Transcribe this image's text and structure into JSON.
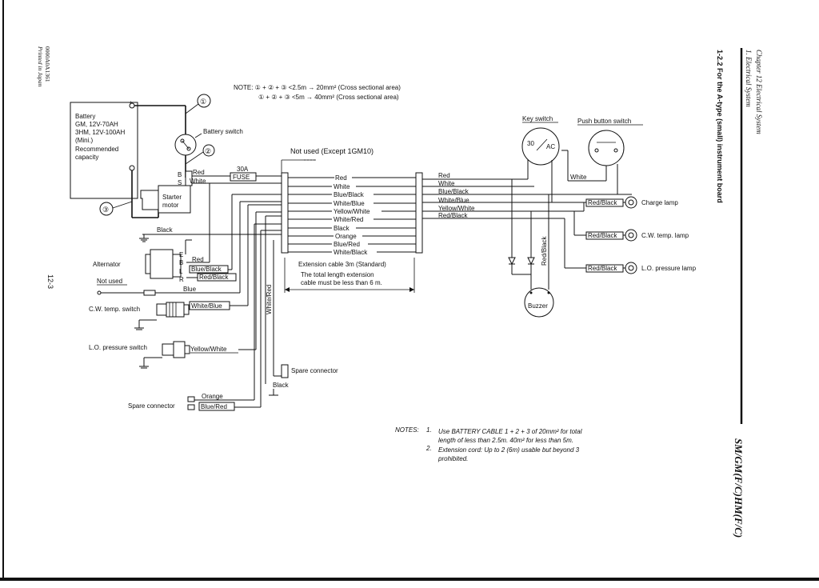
{
  "side_header": {
    "chapter": "Chapter 12 Electrical System",
    "section": "1. Electrical System",
    "subtitle": "1-2.2 For the A-type (small) instrument board",
    "model": "SM/GM(F/C)HM(F/C)"
  },
  "left_margin": {
    "printed": "Printed in Japan",
    "code": "0000A0A1361",
    "page_number": "12-3"
  },
  "top_note": {
    "line1": "NOTE: ① + ② + ③ <2.5m → 20mm² (Cross sectional area)",
    "line2": "① + ② + ③ <5m → 40mm² (Cross sectional area)"
  },
  "components": {
    "battery": [
      "Battery",
      "GM, 12V-70AH",
      "3HM, 12V-100AH",
      "(Mini.)",
      "Recommended",
      "capacity"
    ],
    "battery_switch": "Battery switch",
    "starter": [
      "Starter",
      "motor"
    ],
    "fuse_amp": "30A",
    "fuse": "FUSE",
    "alternator": "Alternator",
    "not_used": "Not used",
    "cw_temp_switch": "C.W. temp. switch",
    "lo_pressure_switch": "L.O. pressure switch",
    "spare_connector_left": "Spare connector",
    "spare_connector_mid": "Spare connector",
    "not_used_except": "Not used (Except 1GM10)",
    "key_switch": "Key switch",
    "push_button_switch": "Push button switch",
    "charge_lamp": "Charge lamp",
    "cw_temp_lamp": "C.W. temp. lamp",
    "lo_pressure_lamp": "L.O. pressure lamp",
    "buzzer": "Buzzer",
    "key_30": "30",
    "key_ac": "AC"
  },
  "callouts": [
    "①",
    "②",
    "③"
  ],
  "terminals": {
    "starter": [
      "B",
      "S"
    ],
    "alternator": [
      "E",
      "B",
      "L",
      "R"
    ]
  },
  "wire_labels": {
    "starter_red": "Red",
    "starter_white": "White",
    "ground_black": "Black",
    "alt_red": "Red",
    "alt_blue_black": "Blue/Black",
    "alt_red_black": "Red/Black",
    "blue": "Blue",
    "cw_white_blue": "White/Blue",
    "lo_yellow_white": "Yellow/White",
    "white_red_vertical": "White/Red",
    "spare_orange": "Orange",
    "spare_blue_red": "Blue/Red",
    "spare_black": "Black",
    "key_white": "White",
    "panel_red_black": "Red/Black",
    "lamp1_red_black": "Red/Black",
    "lamp2_red_black": "Red/Black",
    "lamp3_red_black": "Red/Black",
    "buzzer_red_black": "Red/Black"
  },
  "harness_wires": [
    "Red",
    "White",
    "Blue/Black",
    "White/Blue",
    "Yellow/White",
    "White/Red",
    "Black",
    "Orange",
    "Blue/Red",
    "White/Black"
  ],
  "panel_wires": [
    "Red",
    "White",
    "Blue/Black",
    "White/Blue",
    "Yellow/White",
    "Red/Black"
  ],
  "extension_cable": {
    "title": "Extension cable 3m (Standard)",
    "line1": "The total length extension",
    "line2": "cable must be less than 6 m."
  },
  "bottom_notes": {
    "label": "NOTES:",
    "n1_num": "1.",
    "n1_line1": "Use BATTERY CABLE 1 + 2 + 3 of 20mm² for total",
    "n1_line2": "length of less than 2.5m. 40m² for less than 5m.",
    "n2_num": "2.",
    "n2_line1": "Extension cord: Up to 2 (6m) usable but beyond 3",
    "n2_line2": "prohibited."
  }
}
